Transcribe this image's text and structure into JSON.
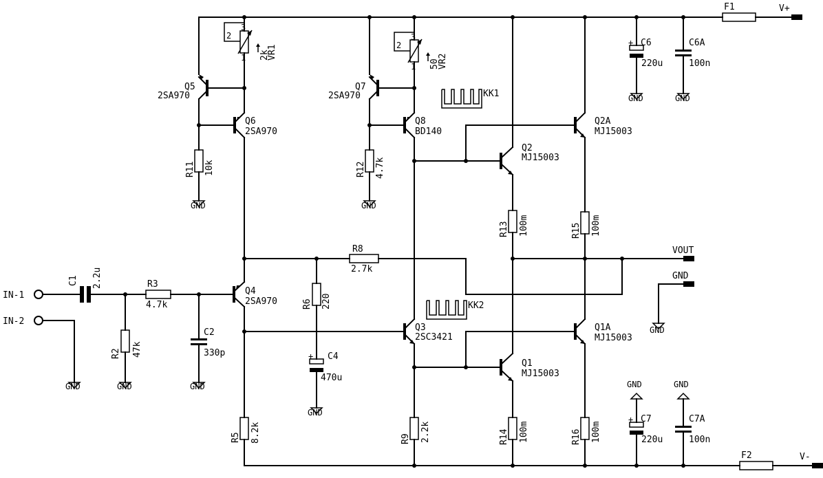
{
  "ports": {
    "in1": "IN-1",
    "in2": "IN-2",
    "vout": "VOUT",
    "gnd": "GND",
    "vplus": "V+",
    "vminus": "V-"
  },
  "gnd": "GND",
  "resistors": {
    "R2": {
      "ref": "R2",
      "value": "47k"
    },
    "R3": {
      "ref": "R3",
      "value": "4.7k"
    },
    "R5": {
      "ref": "R5",
      "value": "8.2k"
    },
    "R6": {
      "ref": "R6",
      "value": "220"
    },
    "R8": {
      "ref": "R8",
      "value": "2.7k"
    },
    "R9": {
      "ref": "R9",
      "value": "2.2k"
    },
    "R11": {
      "ref": "R11",
      "value": "10k"
    },
    "R12": {
      "ref": "R12",
      "value": "4.7k"
    },
    "R13": {
      "ref": "R13",
      "value": "100m"
    },
    "R14": {
      "ref": "R14",
      "value": "100m"
    },
    "R15": {
      "ref": "R15",
      "value": "100m"
    },
    "R16": {
      "ref": "R16",
      "value": "100m"
    }
  },
  "capacitors": {
    "C1": {
      "ref": "C1",
      "value": "2.2u"
    },
    "C2": {
      "ref": "C2",
      "value": "330p"
    },
    "C4": {
      "ref": "C4",
      "value": "470u"
    },
    "C6": {
      "ref": "C6",
      "value": "220u"
    },
    "C6A": {
      "ref": "C6A",
      "value": "100n"
    },
    "C7": {
      "ref": "C7",
      "value": "220u"
    },
    "C7A": {
      "ref": "C7A",
      "value": "100n"
    }
  },
  "transistors": {
    "Q1": {
      "ref": "Q1",
      "part": "MJ15003"
    },
    "Q1A": {
      "ref": "Q1A",
      "part": "MJ15003"
    },
    "Q2": {
      "ref": "Q2",
      "part": "MJ15003"
    },
    "Q2A": {
      "ref": "Q2A",
      "part": "MJ15003"
    },
    "Q3": {
      "ref": "Q3",
      "part": "2SC3421"
    },
    "Q4": {
      "ref": "Q4",
      "part": "2SA970"
    },
    "Q5": {
      "ref": "Q5",
      "part": "2SA970"
    },
    "Q6": {
      "ref": "Q6",
      "part": "2SA970"
    },
    "Q7": {
      "ref": "Q7",
      "part": "2SA970"
    },
    "Q8": {
      "ref": "Q8",
      "part": "BD140"
    }
  },
  "pots": {
    "VR1": {
      "ref": "VR1",
      "value": "2k",
      "pin1": "1",
      "pin2": "2",
      "pin3": "3"
    },
    "VR2": {
      "ref": "VR2",
      "value": "50",
      "pin1": "1",
      "pin2": "2",
      "pin3": "3"
    }
  },
  "fuses": {
    "F1": "F1",
    "F2": "F2"
  },
  "heatsinks": {
    "KK1": "KK1",
    "KK2": "KK2"
  },
  "polarity": "+"
}
